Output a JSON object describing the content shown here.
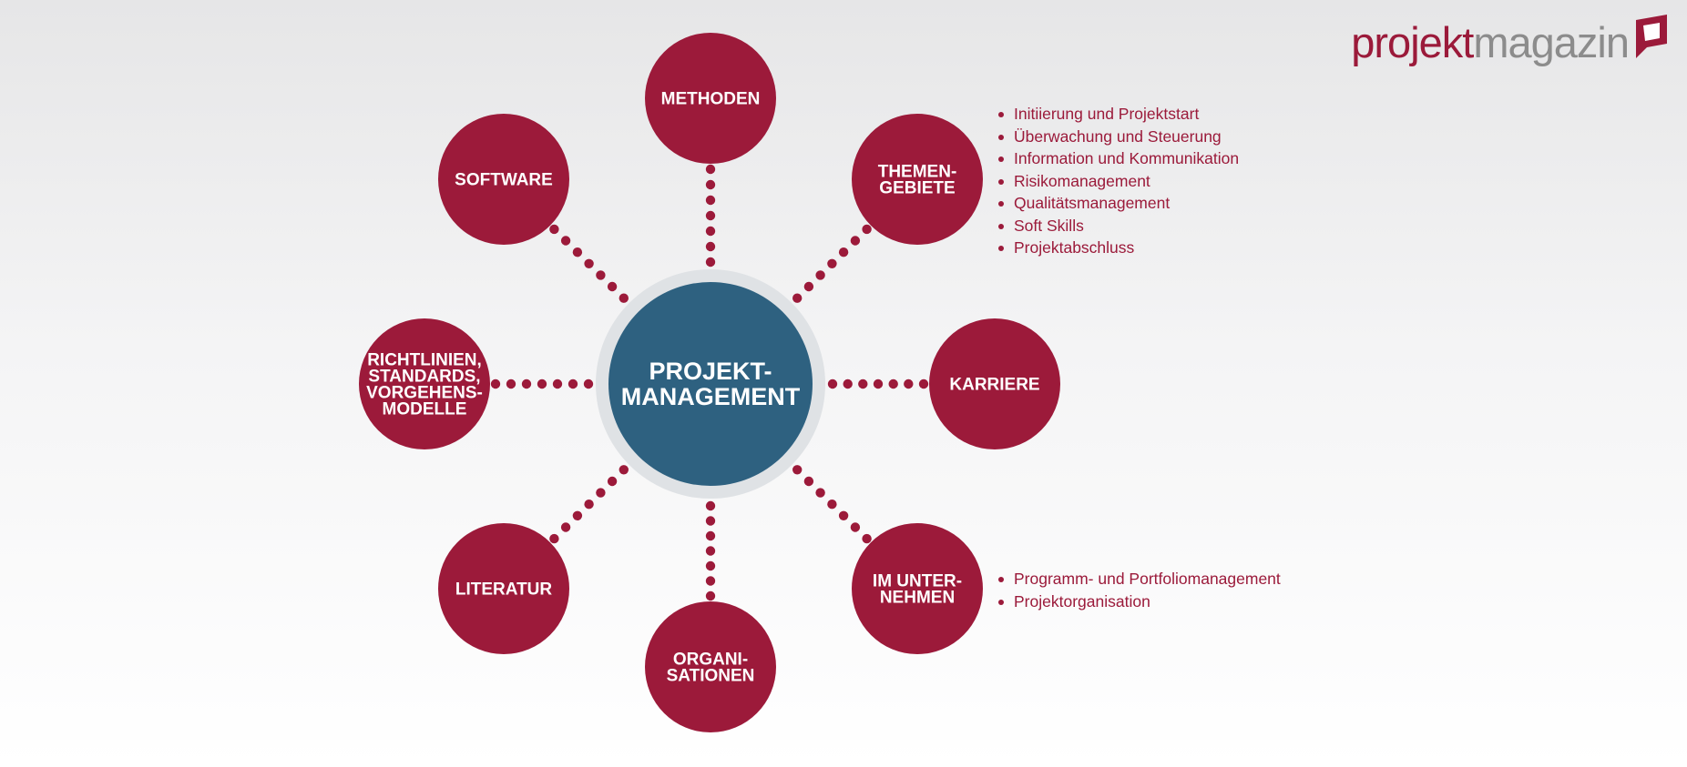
{
  "diagram": {
    "center": {
      "lines": [
        "PROJEKT-",
        "MANAGEMENT"
      ]
    },
    "nodes": [
      {
        "id": "methoden",
        "lines": [
          "METHODEN"
        ]
      },
      {
        "id": "themengebiete",
        "lines": [
          "THEMEN-",
          "GEBIETE"
        ]
      },
      {
        "id": "karriere",
        "lines": [
          "KARRIERE"
        ]
      },
      {
        "id": "im-unternehmen",
        "lines": [
          "IM UNTER-",
          "NEHMEN"
        ]
      },
      {
        "id": "organisationen",
        "lines": [
          "ORGANI-",
          "SATIONEN"
        ]
      },
      {
        "id": "literatur",
        "lines": [
          "LITERATUR"
        ]
      },
      {
        "id": "richtlinien",
        "lines": [
          "RICHTLINIEN,",
          "STANDARDS,",
          "VORGEHENS-",
          "MODELLE"
        ]
      },
      {
        "id": "software",
        "lines": [
          "SOFTWARE"
        ]
      }
    ],
    "colors": {
      "node": "#9c1a3a",
      "center": "#2e6180",
      "center_ring": "#dfe2e5",
      "dots": "#9c1a3a"
    }
  },
  "themen_list": [
    "Initiierung und Projektstart",
    "Überwachung und Steuerung",
    "Information und Kommunikation",
    "Risikomanagement",
    "Qualitätsmanagement",
    "Soft Skills",
    "Projektabschluss"
  ],
  "unternehmen_list": [
    "Programm- und Portfoliomanagement",
    "Projektorganisation"
  ],
  "logo": {
    "part1": "projekt",
    "part2": "magazin",
    "icon": "projektmagazin-logo-icon"
  }
}
